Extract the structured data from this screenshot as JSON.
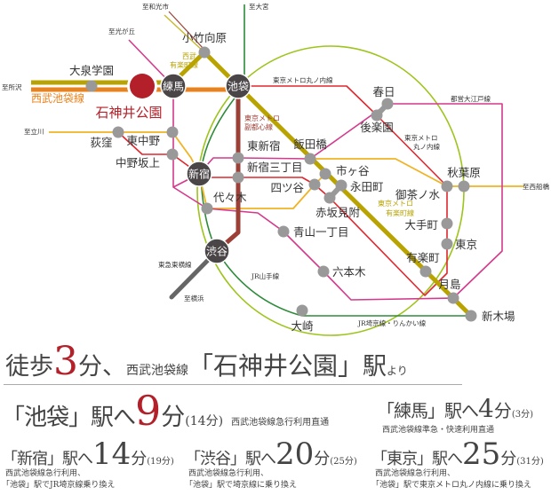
{
  "stations": [
    "大泉学園",
    "石神井公園",
    "練馬",
    "小竹向原",
    "池袋",
    "東中野",
    "荻窪",
    "中野坂上",
    "新宿",
    "代々木",
    "渋谷",
    "東新宿",
    "新宿三丁目",
    "飯田橋",
    "市ヶ谷",
    "四ツ谷",
    "永田町",
    "赤坂見附",
    "春日",
    "後楽園",
    "秋葉原",
    "御茶ノ水",
    "大手町",
    "東京",
    "有楽町",
    "月島",
    "新木場",
    "六本木",
    "青山一丁目",
    "大崎"
  ],
  "line_labels": {
    "seibu_ikebukuro": "西武池袋線",
    "seibu_yurakucho_1": "西武",
    "seibu_yurakucho_2": "有楽町線",
    "fukutoshin_1": "東京メトロ",
    "fukutoshin_2": "副都心線",
    "marunouchi_top": "東京メトロ丸ノ内線",
    "marunouchi_1": "東京メトロ",
    "marunouchi_2": "丸ノ内線",
    "oedo": "都営大江戸線",
    "yurakucho_1": "東京メトロ",
    "yurakucho_2": "有楽町線",
    "yamanote": "JR山手線",
    "saikyo": "JR埼京線・りんかい線",
    "toyoko": "東急東横線"
  },
  "directions": {
    "tokorozawa": "至所沢",
    "wakoshi": "至和光市",
    "omiya": "至大宮",
    "hikarigaoka": "至光が丘",
    "tachikawa": "至立川",
    "nishifunabashi": "至西船橋",
    "yokohama": "至横浜"
  },
  "colors": {
    "seibu": "#e8821e",
    "yurakucho": "#b8a300",
    "fukutoshin": "#9c3f36",
    "marunouchi": "#e0262e",
    "oedo": "#d43a8c",
    "chuo": "#f0b323",
    "yamanote": "#9dc41a",
    "saikyo": "#2e8b3a",
    "toyoko": "#666666",
    "accent": "#b3202a"
  },
  "headline": {
    "walk": "徒歩",
    "minutes": "3",
    "unit": "分、",
    "line": "西武池袋線",
    "station": "「石神井公園」",
    "eki": "駅",
    "yori": "より"
  },
  "routes": [
    {
      "dest": "「池袋」駅へ",
      "minutes": "9",
      "unit": "分",
      "alt": "(14分)",
      "note": "西武池袋線急行利用直通"
    },
    {
      "dest": "「練馬」駅へ",
      "minutes": "4",
      "unit": "分",
      "alt": "(3分)",
      "note": "西武池袋線準急・快速利用直通"
    },
    {
      "dest": "「新宿」駅へ",
      "minutes": "14",
      "unit": "分",
      "alt": "(19分)",
      "note": "西武池袋線急行利用、",
      "note2": "「池袋」駅でJR埼京線乗り換え"
    },
    {
      "dest": "「渋谷」駅へ",
      "minutes": "20",
      "unit": "分",
      "alt": "(25分)",
      "note": "西武池袋線急行利用、",
      "note2": "「池袋」駅で埼京線に乗り換え"
    },
    {
      "dest": "「東京」駅へ",
      "minutes": "25",
      "unit": "分",
      "alt": "(31分)",
      "note": "西武池袋線急行利用、",
      "note2": "「池袋」駅で東京メトロ丸ノ内線に乗り換え"
    }
  ]
}
